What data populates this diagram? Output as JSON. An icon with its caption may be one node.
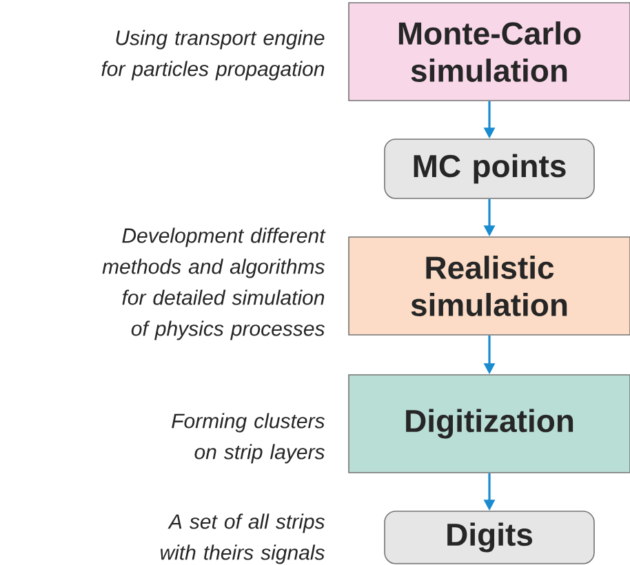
{
  "diagram": {
    "nodes": [
      {
        "text": [
          "Monte-Carlo simulation"
        ],
        "beside": [
          "Using transport engine for particles propagation"
        ]
      },
      {
        "text": [
          "MC points"
        ]
      },
      {
        "text": [
          "Realistic simulation"
        ],
        "beside": [
          "Development different methods and algorithms for detailed simulation of physics processes"
        ]
      },
      {
        "text": [
          "Digitization"
        ],
        "beside": [
          "Forming clusters on strip layers"
        ]
      },
      {
        "text": [
          "Digits"
        ],
        "beside": [
          "A set of all strips with theirs signals"
        ]
      }
    ],
    "edges": [
      {
        "from": 0,
        "to": 1,
        "arrow": "to"
      },
      {
        "from": 1,
        "to": 2,
        "arrow": "to"
      },
      {
        "from": 2,
        "to": 3,
        "arrow": "to"
      },
      {
        "from": 3,
        "to": 4,
        "arrow": "to"
      }
    ]
  }
}
